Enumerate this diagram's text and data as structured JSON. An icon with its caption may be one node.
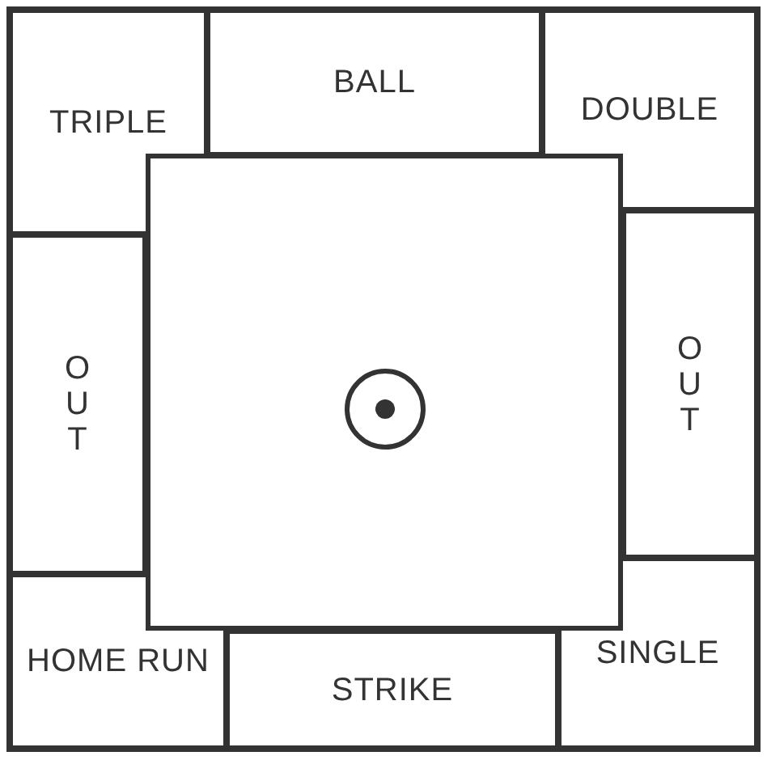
{
  "diagram": {
    "nodes": [
      {
        "text": [
          "TRIPLE"
        ]
      },
      {
        "text": [
          "BALL"
        ]
      },
      {
        "text": [
          "DOUBLE"
        ]
      },
      {
        "text": [
          "OUT"
        ]
      },
      {
        "text": [
          "OUT"
        ]
      },
      {
        "text": [
          "HOME RUN"
        ]
      },
      {
        "text": [
          "STRIKE"
        ]
      },
      {
        "text": [
          "SINGLE"
        ]
      },
      {
        "text": [],
        "shape": "box"
      },
      {
        "text": [],
        "shape": "circle",
        "in": 8
      }
    ],
    "edges": []
  }
}
